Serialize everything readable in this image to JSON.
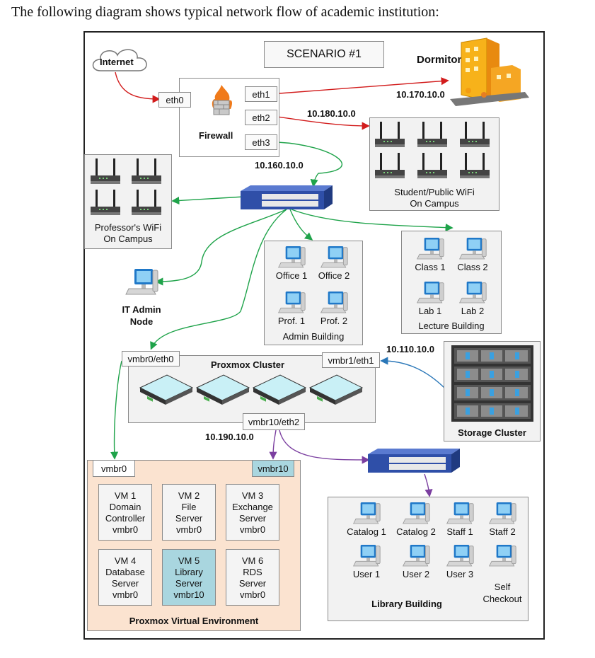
{
  "intro": "The following diagram shows typical network flow of academic institution:",
  "title": "SCENARIO #1",
  "internet": "Internet",
  "firewall": {
    "label": "Firewall",
    "eth0": "eth0",
    "eth1": "eth1",
    "eth2": "eth2",
    "eth3": "eth3"
  },
  "dormitory": "Dormitory",
  "networks": {
    "dorm": "10.170.10.0",
    "wifi": "10.180.10.0",
    "core": "10.160.10.0",
    "storage": "10.110.10.0",
    "vm": "10.190.10.0"
  },
  "student_wifi": {
    "line1": "Student/Public WiFi",
    "line2": "On Campus"
  },
  "professor_wifi": {
    "line1": "Professor's WiFi",
    "line2": "On Campus"
  },
  "it_admin": {
    "line1": "IT Admin",
    "line2": "Node"
  },
  "admin_building": {
    "name": "Admin Building",
    "nodes": [
      "Office 1",
      "Office 2",
      "Prof. 1",
      "Prof. 2"
    ]
  },
  "lecture_building": {
    "name": "Lecture Building",
    "nodes": [
      "Class 1",
      "Class 2",
      "Lab 1",
      "Lab 2"
    ]
  },
  "proxmox_cluster": {
    "name": "Proxmox Cluster",
    "vmbr0": "vmbr0/eth0",
    "vmbr1": "vmbr1/eth1",
    "vmbr10": "vmbr10/eth2"
  },
  "storage_cluster": "Storage Cluster",
  "pve": {
    "name": "Proxmox Virtual Environment",
    "bridge0": "vmbr0",
    "bridge10": "vmbr10",
    "vms": [
      {
        "l1": "VM 1",
        "l2": "Domain",
        "l3": "Controller",
        "l4": "vmbr0"
      },
      {
        "l1": "VM 2",
        "l2": "File",
        "l3": "Server",
        "l4": "vmbr0"
      },
      {
        "l1": "VM 3",
        "l2": "Exchange",
        "l3": "Server",
        "l4": "vmbr0"
      },
      {
        "l1": "VM 4",
        "l2": "Database",
        "l3": "Server",
        "l4": "vmbr0"
      },
      {
        "l1": "VM 5",
        "l2": "Library",
        "l3": "Server",
        "l4": "vmbr10"
      },
      {
        "l1": "VM 6",
        "l2": "RDS",
        "l3": "Server",
        "l4": "vmbr0"
      }
    ]
  },
  "library_building": {
    "name": "Library Building",
    "nodes": [
      "Catalog 1",
      "Catalog 2",
      "Staff 1",
      "Staff 2",
      "User 1",
      "User 2",
      "User 3"
    ],
    "self1": "Self",
    "self2": "Checkout"
  },
  "colors": {
    "internet": "#d21c1c",
    "lan": "#1fa34a",
    "storage": "#2a77b8",
    "library": "#7b3fa0",
    "vm_highlight": "#a9d6df",
    "pve_bg": "#fbe3d0"
  }
}
